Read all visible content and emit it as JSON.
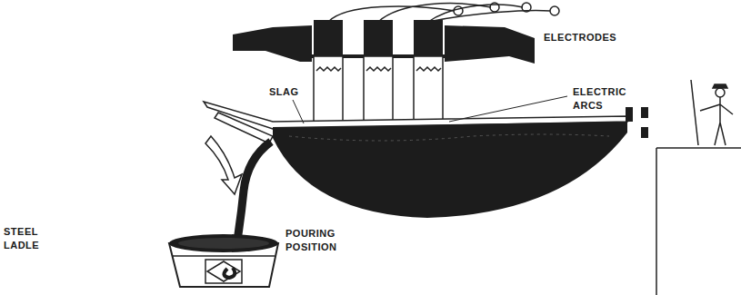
{
  "diagram": {
    "labels": [
      "ELECTRODES",
      "ELECTRIC ARCS",
      "SLAG",
      "STEEL LADLE",
      "POURING POSITION"
    ]
  }
}
